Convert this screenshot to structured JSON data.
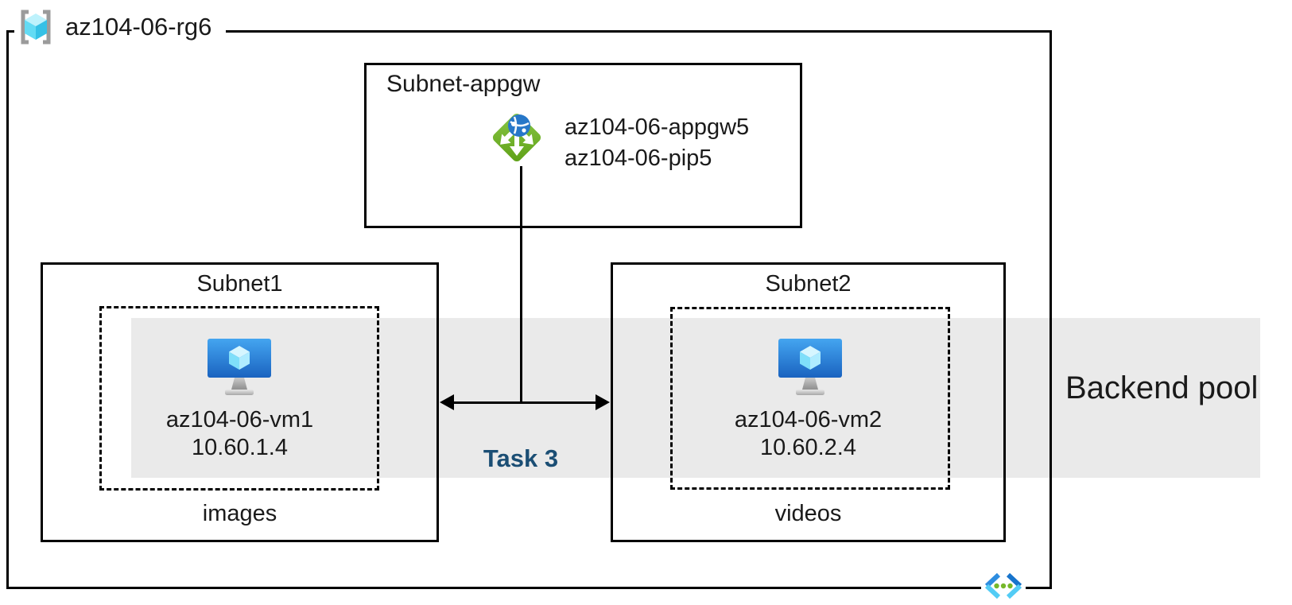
{
  "diagram": {
    "resource_group": {
      "name": "az104-06-rg6"
    },
    "appgw_subnet": {
      "title": "Subnet-appgw",
      "gateway_name": "az104-06-appgw5",
      "public_ip_name": "az104-06-pip5"
    },
    "subnet1": {
      "title": "Subnet1",
      "vm_name": "az104-06-vm1",
      "vm_ip": "10.60.1.4",
      "pool_label": "images"
    },
    "subnet2": {
      "title": "Subnet2",
      "vm_name": "az104-06-vm2",
      "vm_ip": "10.60.2.4",
      "pool_label": "videos"
    },
    "backend_pool_label": "Backend pool",
    "task_label": "Task 3",
    "icons": {
      "resource_group_icon": "azure-resource-group",
      "app_gateway_icon": "azure-application-gateway",
      "vm_icon": "azure-virtual-machine",
      "vnet_icon": "azure-virtual-network"
    },
    "colors": {
      "backend_band": "#EAEAEA",
      "task_text": "#1B4E74",
      "border": "#000000",
      "appgw_green": "#6FB32A",
      "globe_blue": "#2677C8",
      "vm_blue": "#2574CE",
      "cube_cyan": "#5FD9F2",
      "vnet_blue": "#2E8DE0",
      "vnet_cyan": "#53CCF5",
      "vnet_dot_green": "#76B82A",
      "bracket_gray": "#9B9B9B"
    }
  }
}
